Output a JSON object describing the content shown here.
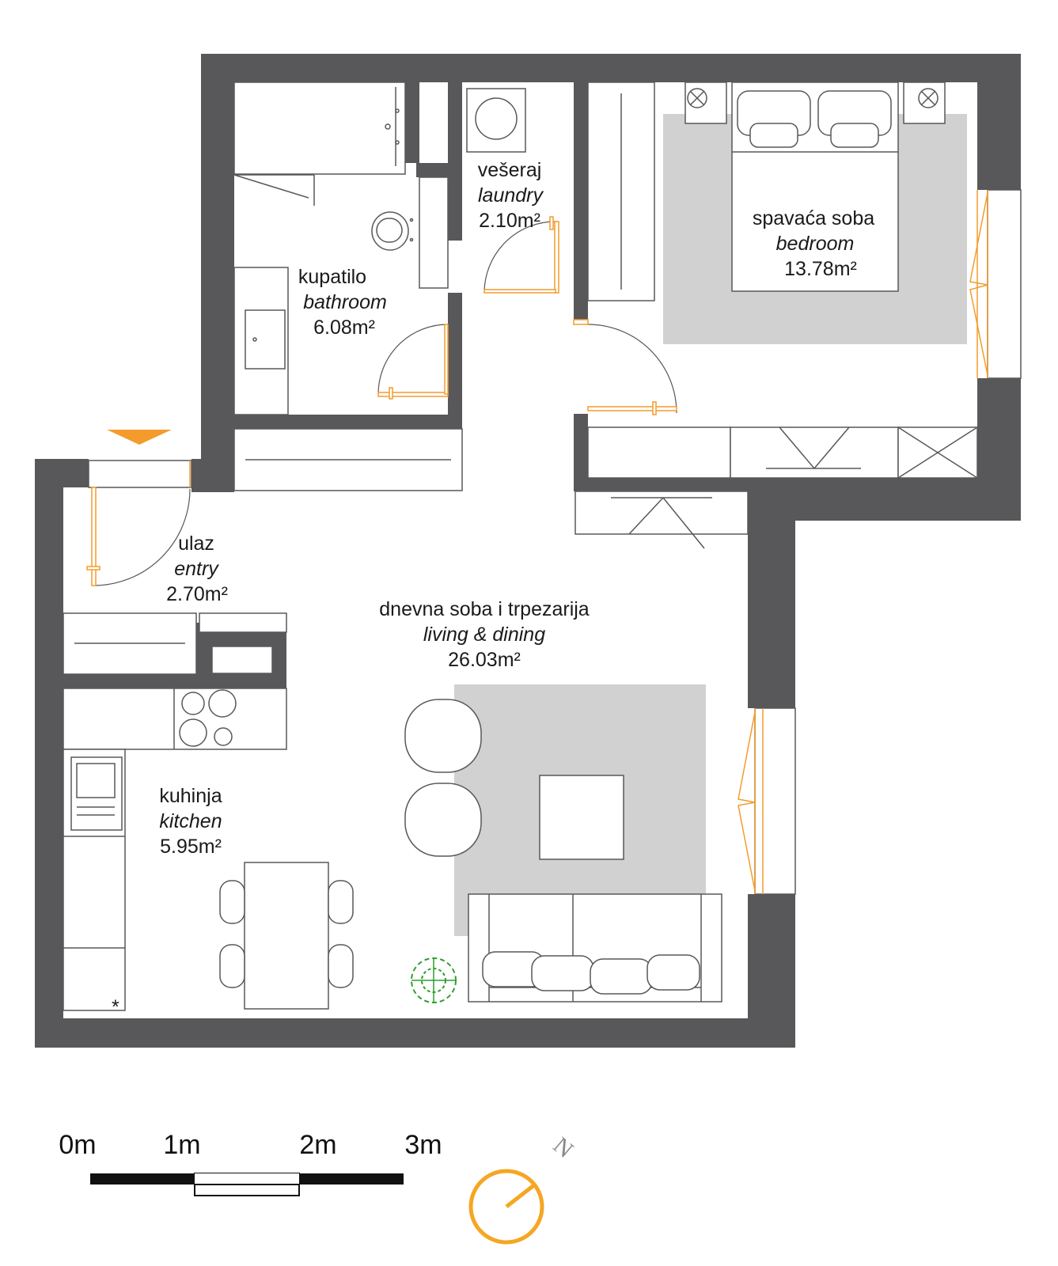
{
  "rooms": {
    "bathroom": {
      "name": "kupatilo",
      "name_en": "bathroom",
      "area": "6.08m²"
    },
    "laundry": {
      "name": "vešeraj",
      "name_en": "laundry",
      "area": "2.10m²"
    },
    "bedroom": {
      "name": "spavaća soba",
      "name_en": "bedroom",
      "area": "13.78m²"
    },
    "entry": {
      "name": "ulaz",
      "name_en": "entry",
      "area": "2.70m²"
    },
    "living": {
      "name": "dnevna soba i trpezarija",
      "name_en": "living & dining",
      "area": "26.03m²"
    },
    "kitchen": {
      "name": "kuhinja",
      "name_en": "kitchen",
      "area": "5.95m²"
    }
  },
  "scale_bar": {
    "labels": [
      "0m",
      "1m",
      "2m",
      "3m"
    ]
  },
  "north": {
    "label": "N"
  },
  "colors": {
    "wall": "#58585a",
    "accent": "#f39c2c",
    "rug": "#d1d1d1",
    "plant": "#2e9e2e"
  }
}
